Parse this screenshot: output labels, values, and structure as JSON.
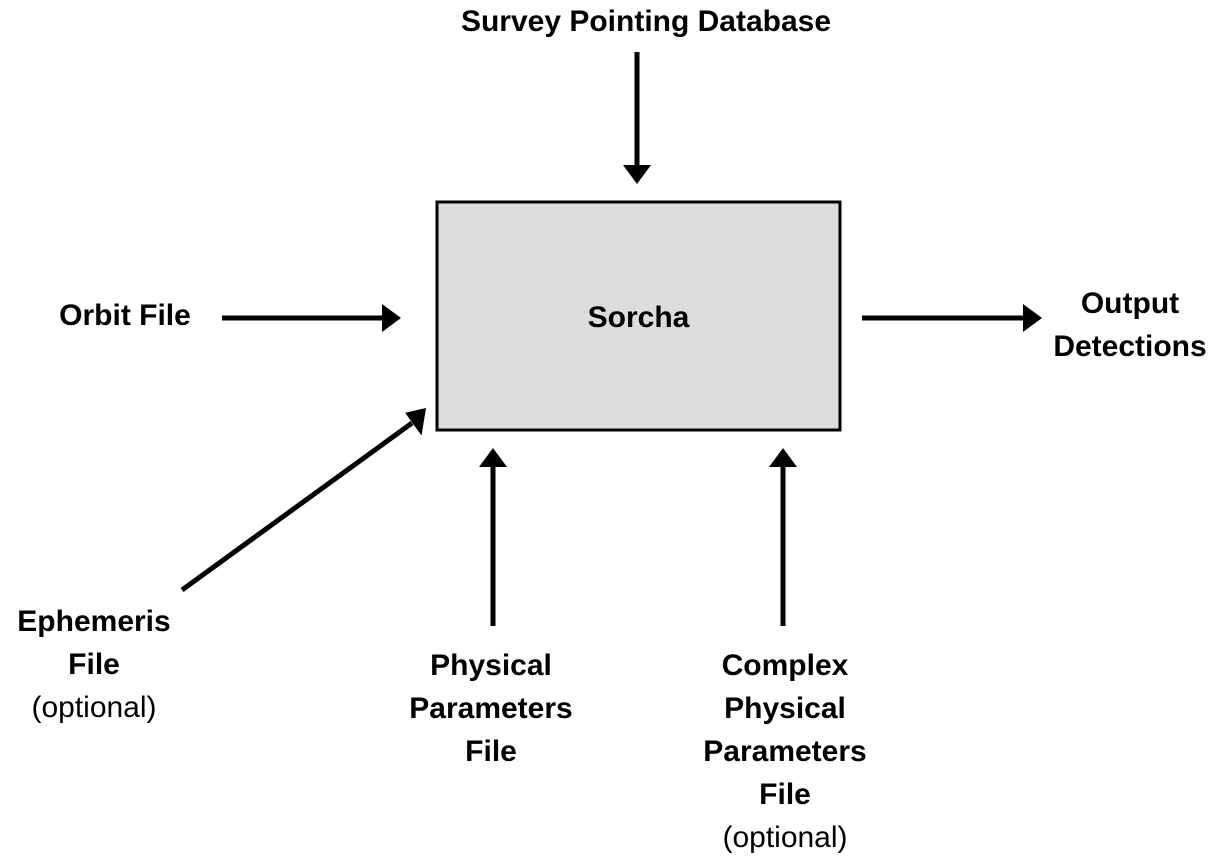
{
  "diagram": {
    "center": {
      "label": "Sorcha",
      "fill": "#dcdcdc",
      "border": "#000000"
    },
    "inputs": {
      "survey": {
        "line1": "Survey Pointing Database"
      },
      "orbit": {
        "line1": "Orbit File"
      },
      "ephemeris": {
        "line1": "Ephemeris",
        "line2": "File",
        "note": "(optional)"
      },
      "physical": {
        "line1": "Physical",
        "line2": "Parameters",
        "line3": "File"
      },
      "complex": {
        "line1": "Complex",
        "line2": "Physical",
        "line3": "Parameters",
        "line4": "File",
        "note": "(optional)"
      }
    },
    "outputs": {
      "detections": {
        "line1": "Output",
        "line2": "Detections"
      }
    },
    "arrow_color": "#000000"
  }
}
